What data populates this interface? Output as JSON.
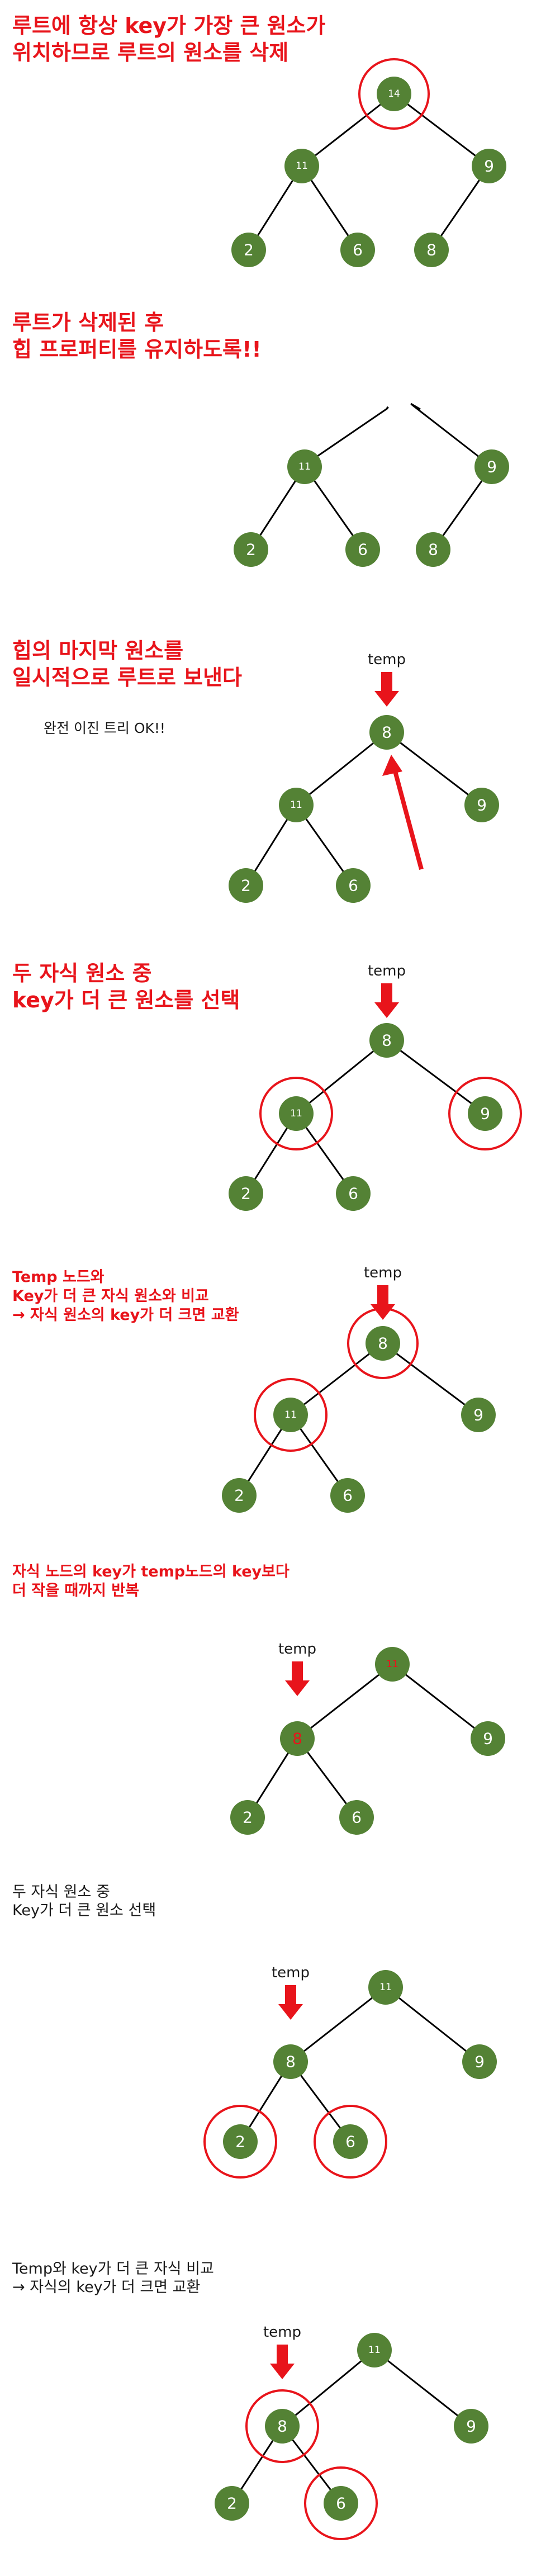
{
  "panels": [
    {
      "title_lines": [
        "루트에 항상 key가 가장 큰 원소가",
        "위치하므로 루트의 원소를 삭제"
      ],
      "nodes": [
        {
          "id": "n14",
          "label": "14"
        },
        {
          "id": "n11",
          "label": "11"
        },
        {
          "id": "n9",
          "label": "9"
        },
        {
          "id": "n2",
          "label": "2"
        },
        {
          "id": "n6",
          "label": "6"
        },
        {
          "id": "n8",
          "label": "8"
        }
      ],
      "edges": [
        [
          "n14",
          "n11"
        ],
        [
          "n14",
          "n9"
        ],
        [
          "n11",
          "n2"
        ],
        [
          "n11",
          "n6"
        ],
        [
          "n9",
          "n8"
        ]
      ],
      "highlighted": [
        "n14"
      ]
    },
    {
      "title_lines": [
        "루트가 삭제된 후",
        "힙 프로퍼티를 유지하도록!!"
      ],
      "nodes": [
        {
          "id": "n11",
          "label": "11"
        },
        {
          "id": "n9",
          "label": "9"
        },
        {
          "id": "n2",
          "label": "2"
        },
        {
          "id": "n6",
          "label": "6"
        },
        {
          "id": "n8",
          "label": "8"
        }
      ],
      "edges": [
        [
          "n11",
          "n2"
        ],
        [
          "n11",
          "n6"
        ],
        [
          "n9",
          "n8"
        ]
      ],
      "highlighted": []
    },
    {
      "title_lines": [
        "힙의 마지막 원소를",
        "일시적으로 루트로 보낸다"
      ],
      "note": "완전 이진 트리 OK!!",
      "temp_label": "temp",
      "nodes": [
        {
          "id": "n8",
          "label": "8"
        },
        {
          "id": "n11",
          "label": "11"
        },
        {
          "id": "n9",
          "label": "9"
        },
        {
          "id": "n2",
          "label": "2"
        },
        {
          "id": "n6",
          "label": "6"
        }
      ],
      "edges": [
        [
          "n8",
          "n11"
        ],
        [
          "n8",
          "n9"
        ],
        [
          "n11",
          "n2"
        ],
        [
          "n11",
          "n6"
        ]
      ],
      "highlighted": []
    },
    {
      "title_lines": [
        "두 자식 원소 중",
        "key가 더 큰 원소를 선택"
      ],
      "temp_label": "temp",
      "nodes": [
        {
          "id": "n8",
          "label": "8"
        },
        {
          "id": "n11",
          "label": "11"
        },
        {
          "id": "n9",
          "label": "9"
        },
        {
          "id": "n2",
          "label": "2"
        },
        {
          "id": "n6",
          "label": "6"
        }
      ],
      "edges": [
        [
          "n8",
          "n11"
        ],
        [
          "n8",
          "n9"
        ],
        [
          "n11",
          "n2"
        ],
        [
          "n11",
          "n6"
        ]
      ],
      "highlighted": [
        "n11",
        "n9"
      ]
    },
    {
      "title_lines": [
        "Temp 노드와",
        "Key가 더 큰 자식 원소와 비교",
        "→ 자식 원소의 key가 더 크면 교환"
      ],
      "temp_label": "temp",
      "nodes": [
        {
          "id": "n8",
          "label": "8"
        },
        {
          "id": "n11",
          "label": "11"
        },
        {
          "id": "n9",
          "label": "9"
        },
        {
          "id": "n2",
          "label": "2"
        },
        {
          "id": "n6",
          "label": "6"
        }
      ],
      "edges": [
        [
          "n8",
          "n11"
        ],
        [
          "n8",
          "n9"
        ],
        [
          "n11",
          "n2"
        ],
        [
          "n11",
          "n6"
        ]
      ],
      "highlighted": [
        "n8",
        "n11"
      ]
    },
    {
      "title_lines": [
        "자식 노드의 key가 temp노드의 key보다",
        "더 작을 때까지 반복"
      ],
      "temp_label": "temp",
      "nodes": [
        {
          "id": "nA",
          "label": "11"
        },
        {
          "id": "nB",
          "label": "8"
        },
        {
          "id": "n9",
          "label": "9"
        },
        {
          "id": "n2",
          "label": "2"
        },
        {
          "id": "n6",
          "label": "6"
        }
      ],
      "edges": [
        [
          "nA",
          "nB"
        ],
        [
          "nA",
          "n9"
        ],
        [
          "nB",
          "n2"
        ],
        [
          "nB",
          "n6"
        ]
      ],
      "highlighted": []
    },
    {
      "title_lines": [
        "두 자식 원소 중",
        "Key가 더 큰 원소 선택"
      ],
      "temp_label": "temp",
      "nodes": [
        {
          "id": "n11",
          "label": "11"
        },
        {
          "id": "n8",
          "label": "8"
        },
        {
          "id": "n9",
          "label": "9"
        },
        {
          "id": "n2",
          "label": "2"
        },
        {
          "id": "n6",
          "label": "6"
        }
      ],
      "edges": [
        [
          "n11",
          "n8"
        ],
        [
          "n11",
          "n9"
        ],
        [
          "n8",
          "n2"
        ],
        [
          "n8",
          "n6"
        ]
      ],
      "highlighted": [
        "n2",
        "n6"
      ]
    },
    {
      "title_lines": [
        "Temp와 key가 더 큰 자식 비교",
        "→ 자식의 key가 더 크면 교환"
      ],
      "temp_label": "temp",
      "nodes": [
        {
          "id": "n11",
          "label": "11"
        },
        {
          "id": "n8",
          "label": "8"
        },
        {
          "id": "n9",
          "label": "9"
        },
        {
          "id": "n2",
          "label": "2"
        },
        {
          "id": "n6",
          "label": "6"
        }
      ],
      "edges": [
        [
          "n11",
          "n8"
        ],
        [
          "n11",
          "n9"
        ],
        [
          "n8",
          "n2"
        ],
        [
          "n8",
          "n6"
        ]
      ],
      "highlighted": [
        "n8",
        "n6"
      ]
    }
  ],
  "colors": {
    "node_fill": "#548235",
    "accent_red": "#e8141b",
    "edge": "#000000"
  }
}
